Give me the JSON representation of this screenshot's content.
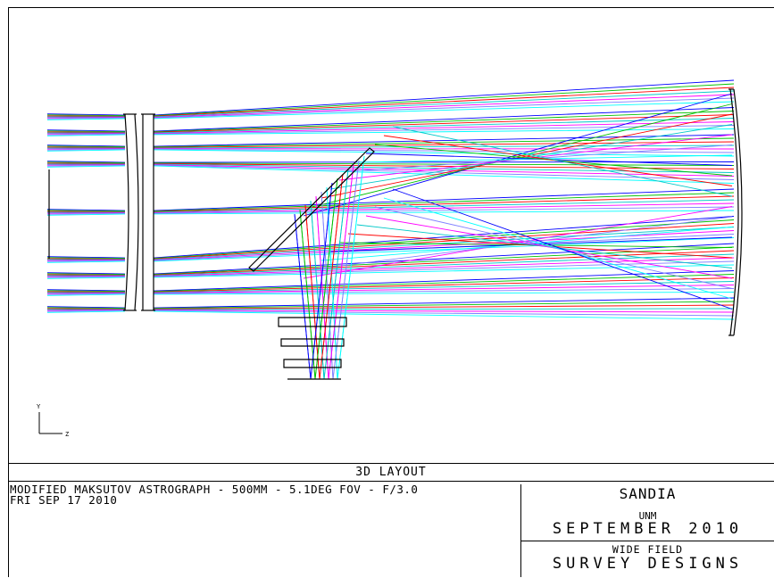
{
  "layout_title": "3D LAYOUT",
  "description": {
    "line1": "MODIFIED MAKSUTOV ASTROGRAPH - 500MM - 5.1DEG FOV - F/3.0",
    "line2": "FRI SEP 17 2010"
  },
  "title_block": {
    "organization": "SANDIA",
    "sub_org": "UNM",
    "date": "SEPTEMBER 2010",
    "project_line1": "WIDE FIELD",
    "project_line2": "SURVEY DESIGNS"
  },
  "axes": {
    "y": "Y",
    "z": "Z"
  },
  "colors": {
    "ray_colors": [
      "#0000ff",
      "#00c000",
      "#ff0000",
      "#00c8c8",
      "#ff00ff",
      "#8080ff",
      "#00ffff"
    ],
    "element_stroke": "#000000"
  }
}
